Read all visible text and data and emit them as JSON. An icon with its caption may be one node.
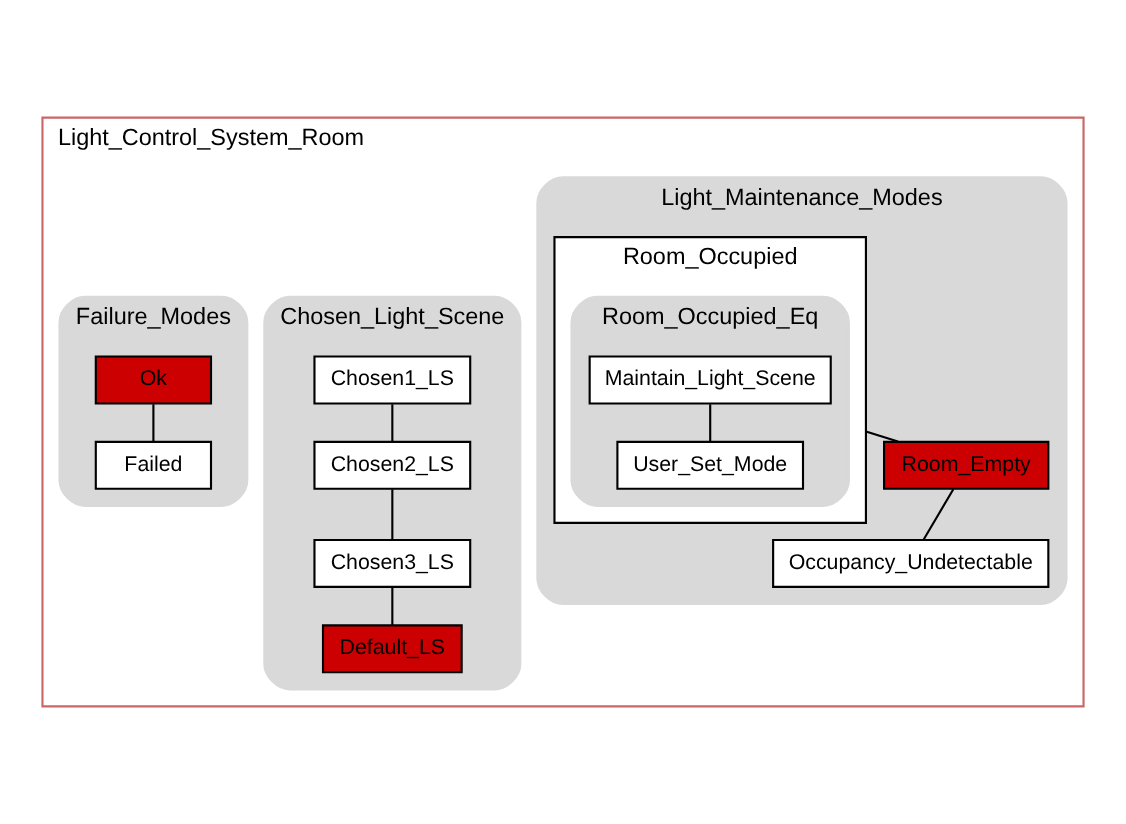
{
  "diagram": {
    "nodes": [
      {
        "text": [
          "Light_Control_System_Room"
        ]
      },
      {
        "text": [
          "Light_Maintenance_Modes"
        ],
        "in": 0
      },
      {
        "text": [
          "Room_Occupied"
        ],
        "in": 1
      },
      {
        "text": [
          "Room_Occupied_Eq"
        ],
        "in": 2
      },
      {
        "text": [
          "Maintain_Light_Scene"
        ],
        "in": 3
      },
      {
        "text": [
          "User_Set_Mode"
        ],
        "in": 3
      },
      {
        "text": [
          "Room_Empty"
        ],
        "in": 1
      },
      {
        "text": [
          "Occupancy_Undetectable"
        ],
        "in": 1
      },
      {
        "text": [
          "Chosen_Light_Scene"
        ],
        "in": 0
      },
      {
        "text": [
          "Chosen1_LS"
        ],
        "in": 8
      },
      {
        "text": [
          "Chosen2_LS"
        ],
        "in": 8
      },
      {
        "text": [
          "Chosen3_LS"
        ],
        "in": 8
      },
      {
        "text": [
          "Default_LS"
        ],
        "in": 8
      },
      {
        "text": [
          "Failure_Modes"
        ],
        "in": 0
      },
      {
        "text": [
          "Ok"
        ],
        "in": 13
      },
      {
        "text": [
          "Failed"
        ],
        "in": 13
      }
    ],
    "edges": [
      {
        "from": 4,
        "to": 5,
        "arrow": "none"
      },
      {
        "from": 2,
        "to": 6,
        "arrow": "none"
      },
      {
        "from": 6,
        "to": 7,
        "arrow": "none"
      },
      {
        "from": 9,
        "to": 10,
        "arrow": "none"
      },
      {
        "from": 10,
        "to": 11,
        "arrow": "none"
      },
      {
        "from": 11,
        "to": 12,
        "arrow": "none"
      },
      {
        "from": 14,
        "to": 15,
        "arrow": "none"
      }
    ]
  }
}
